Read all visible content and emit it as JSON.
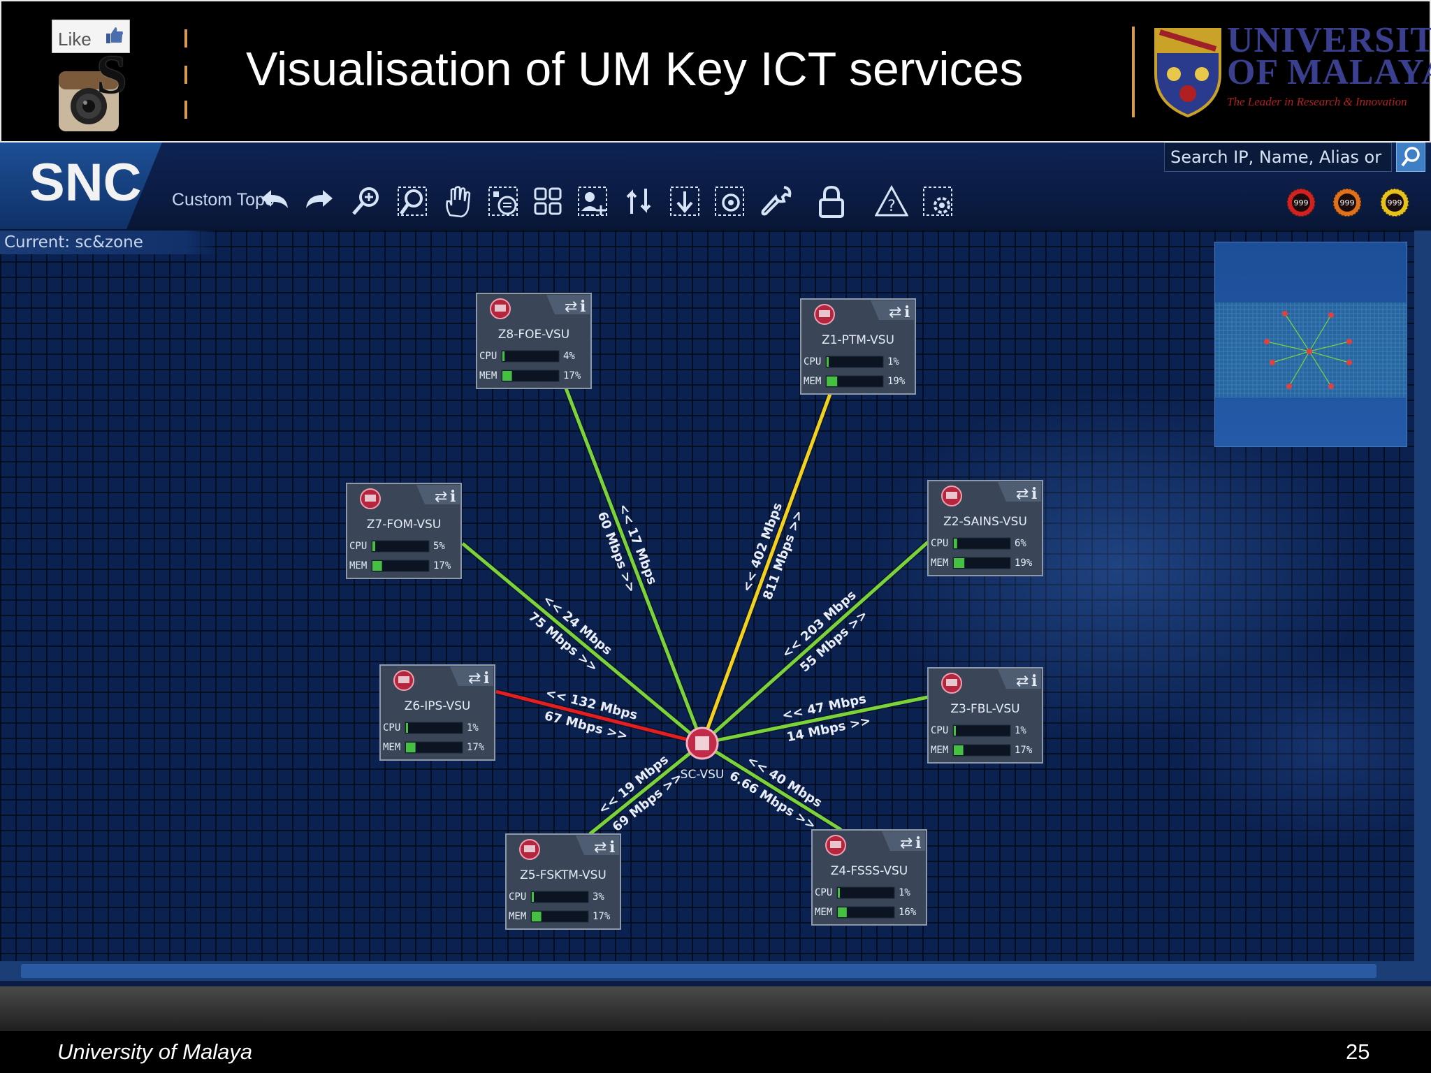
{
  "slide": {
    "like_label": "Like",
    "s_glyph": "S",
    "title": "Visualisation of UM Key ICT services",
    "um_name_line1": "UNIVERSITY",
    "um_name_line2": "OF MALAYA",
    "um_tagline": "The Leader in Research & Innovation",
    "footer_left": "University of Malaya",
    "page_number": "25"
  },
  "app": {
    "logo": "SNC",
    "view_label": "Custom Topo",
    "search": {
      "placeholder": "Search IP, Name, Alias or Mac",
      "icon": "search-icon"
    },
    "current_label": "Current: sc&zone",
    "toolbar_icons": [
      "back-arrow-icon",
      "forward-arrow-icon",
      "zoom-in-icon",
      "zoom-area-icon",
      "pan-hand-icon",
      "layout-list-icon",
      "grid-layout-icon",
      "add-device-icon",
      "refresh-sync-icon",
      "export-icon",
      "search-map-icon",
      "wrench-icon",
      "lock-icon",
      "alert-icon",
      "view-settings-icon"
    ],
    "alarm_badges": [
      {
        "label": "999",
        "color": "#d42020"
      },
      {
        "label": "999",
        "color": "#e0701a"
      },
      {
        "label": "999",
        "color": "#e6c21a"
      }
    ],
    "hub": {
      "name": "SC-VSU"
    },
    "nodes": [
      {
        "name": "Z8-FOE-VSU",
        "cpu": "4%",
        "mem": "17%",
        "cpu_value": 0.04,
        "mem_value": 0.17,
        "link_in": "<< 17 Mbps",
        "link_out": "60 Mbps >>",
        "link_color": "#7bd33b"
      },
      {
        "name": "Z1-PTM-VSU",
        "cpu": "1%",
        "mem": "19%",
        "cpu_value": 0.01,
        "mem_value": 0.19,
        "link_in": "<< 402 Mbps",
        "link_out": "811 Mbps >>",
        "link_color": "#f2d21e"
      },
      {
        "name": "Z7-FOM-VSU",
        "cpu": "5%",
        "mem": "17%",
        "cpu_value": 0.05,
        "mem_value": 0.17,
        "link_in": "<< 24 Mbps",
        "link_out": "75 Mbps >>",
        "link_color": "#7bd33b"
      },
      {
        "name": "Z2-SAINS-VSU",
        "cpu": "6%",
        "mem": "19%",
        "cpu_value": 0.06,
        "mem_value": 0.19,
        "link_in": "<< 203 Mbps",
        "link_out": "55 Mbps >>",
        "link_color": "#7bd33b"
      },
      {
        "name": "Z6-IPS-VSU",
        "cpu": "1%",
        "mem": "17%",
        "cpu_value": 0.01,
        "mem_value": 0.17,
        "link_in": "<< 132 Mbps",
        "link_out": "67 Mbps >>",
        "link_color": "#e51f1f"
      },
      {
        "name": "Z3-FBL-VSU",
        "cpu": "1%",
        "mem": "17%",
        "cpu_value": 0.01,
        "mem_value": 0.17,
        "link_in": "<< 47 Mbps",
        "link_out": "14 Mbps >>",
        "link_color": "#7bd33b"
      },
      {
        "name": "Z5-FSKTM-VSU",
        "cpu": "3%",
        "mem": "17%",
        "cpu_value": 0.03,
        "mem_value": 0.17,
        "link_in": "<< 19 Mbps",
        "link_out": "69 Mbps >>",
        "link_color": "#7bd33b"
      },
      {
        "name": "Z4-FSSS-VSU",
        "cpu": "1%",
        "mem": "16%",
        "cpu_value": 0.01,
        "mem_value": 0.16,
        "link_in": "<< 40 Mbps",
        "link_out": "6.66 Mbps >>",
        "link_color": "#7bd33b"
      }
    ],
    "metric_labels": {
      "cpu": "CPU",
      "mem": "MEM"
    }
  }
}
